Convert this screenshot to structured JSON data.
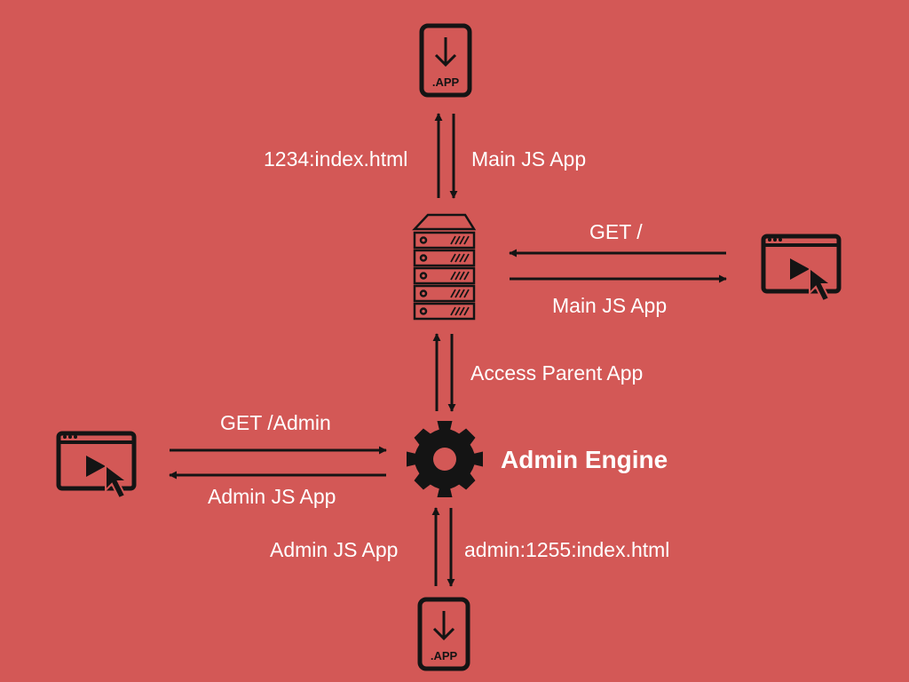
{
  "colors": {
    "background": "#d35856",
    "ink": "#141414",
    "text": "#ffffff"
  },
  "nodes": {
    "top_app": {
      "icon": "app-download-icon",
      "badge": ".APP"
    },
    "server": {
      "icon": "server-rack-icon"
    },
    "right_browser": {
      "icon": "browser-play-icon"
    },
    "left_browser": {
      "icon": "browser-play-icon"
    },
    "engine": {
      "icon": "gear-icon",
      "label": "Admin Engine"
    },
    "bottom_app": {
      "icon": "app-download-icon",
      "badge": ".APP"
    }
  },
  "edges": {
    "top_request": "1234:index.html",
    "top_response": "Main JS App",
    "right_request": "GET /",
    "right_response": "Main JS App",
    "server_engine": "Access Parent App",
    "left_request": "GET /Admin",
    "left_response": "Admin JS App",
    "bottom_left": "Admin JS App",
    "bottom_right": "admin:1255:index.html"
  }
}
